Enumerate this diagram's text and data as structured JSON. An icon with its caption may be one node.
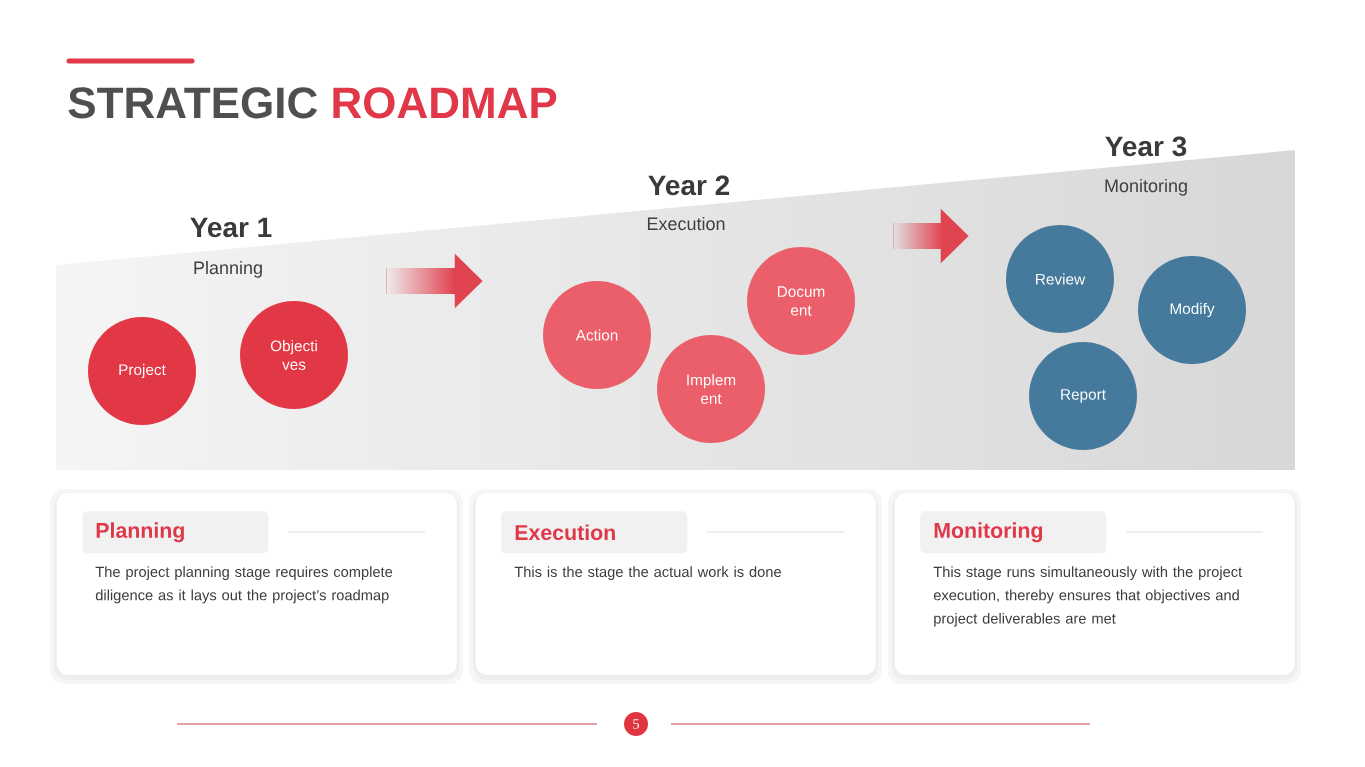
{
  "diagram": {
    "title": "STRATEGIC ROADMAP",
    "nodes": [
      {
        "text": [
          "Project"
        ]
      },
      {
        "text": [
          "Objecti ves"
        ]
      },
      {
        "text": [
          "Action"
        ]
      },
      {
        "text": [
          "Implem ent"
        ]
      },
      {
        "text": [
          "Docum ent"
        ]
      },
      {
        "text": [
          "Review"
        ]
      },
      {
        "text": [
          "Modify"
        ]
      },
      {
        "text": [
          "Report"
        ]
      },
      {
        "text": [
          "The project planning stage requires complete diligence as it lays out the project’s roadmap"
        ]
      },
      {
        "text": [
          "Planning"
        ],
        "in": 8
      },
      {
        "text": [
          "This is the stage the actual work is done"
        ]
      },
      {
        "text": [
          "Execution"
        ],
        "in": 10
      },
      {
        "text": [
          "This stage runs simultaneously with the project execution, thereby ensures that objectives and project deliverables are met"
        ]
      },
      {
        "text": [
          "Monitoring"
        ],
        "in": 12
      },
      {
        "text": [
          "5"
        ]
      }
    ],
    "edges": [
      {
        "from": 1,
        "to": 2,
        "arrow": "to"
      },
      {
        "from": 4,
        "to": 5,
        "arrow": "to"
      }
    ],
    "labels": [
      "Year 1",
      "Planning",
      "Year 2",
      "Execution",
      "Year 3",
      "Monitoring"
    ]
  }
}
